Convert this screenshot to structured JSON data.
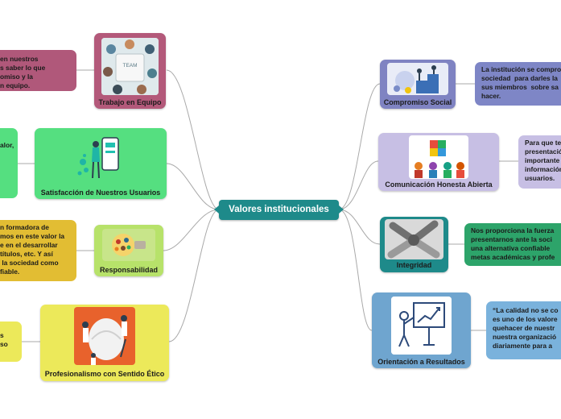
{
  "center": {
    "label": "Valores institucionales"
  },
  "left_topics": [
    {
      "label": "Trabajo en Equipo",
      "note": "en nuestros\ns saber lo que\nomiso y la\nn equipo."
    },
    {
      "label": "Satisfacción de Nuestros Usuarios",
      "note": "alor,"
    },
    {
      "label": "Responsabilidad",
      "note": "n formadora de\nmos en este valor la\ne en el desarrollar\ntítulos, etc. Y así\n la sociedad como\nfiable."
    },
    {
      "label": "Profesionalismo con Sentido Ético",
      "note": "s\nso"
    }
  ],
  "right_topics": [
    {
      "label": "Compromiso Social",
      "note": "La institución se compro\nsociedad  para darles la\nsus miembros  sobre sa\nhacer."
    },
    {
      "label": "Comunicación Honesta Abierta",
      "note": "Para que te\npresentación\nimportante \ninformación\nusuarios."
    },
    {
      "label": "Integridad",
      "note": "Nos proporciona la fuerza\npresentarnos ante la soci\nuna alternativa confiable\nmetas académicas y profe"
    },
    {
      "label": "Orientación a Resultados",
      "note": "“La calidad no se co\nes uno de los valore\nquehacer de nuestr\nnuestra organizació\ndiariamente para a"
    }
  ],
  "colors": {
    "center": "#1e8a8a",
    "trabajo_topic": "#b3597a",
    "trabajo_note": "#b0587a",
    "satisfaccion": "#55df80",
    "responsabilidad_topic": "#b7e26a",
    "responsabilidad_note": "#e2bd33",
    "profesionalismo": "#ece95a",
    "compromiso_topic": "#7f83c2",
    "compromiso_note": "#7e86c6",
    "comunicacion": "#c7bfe4",
    "integridad_topic": "#1e8a8a",
    "integridad_note": "#2da46a",
    "orientacion_topic": "#6fa5cf",
    "orientacion_note": "#7ab2dc"
  },
  "icons": [
    "team-photo",
    "mobile-user-illustration",
    "lightbulb-illustration",
    "doctors-illustration",
    "social-hands-illustration",
    "puzzle-people-illustration",
    "unity-hands-photo",
    "presentation-chart-icon"
  ]
}
